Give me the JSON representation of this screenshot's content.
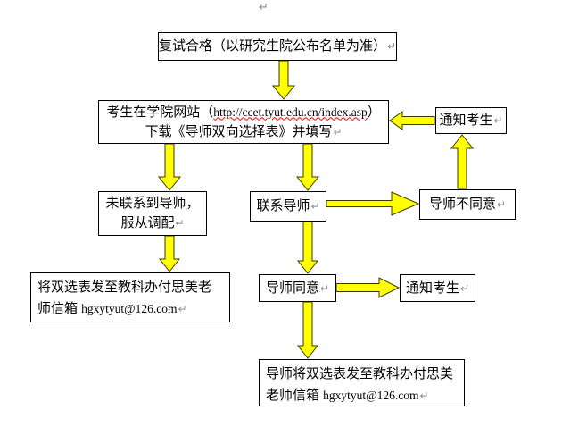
{
  "page": {
    "background": "#ffffff",
    "return_mark": "↵"
  },
  "colors": {
    "arrow_fill": "#ffff00",
    "arrow_outline": "#3a3a00",
    "box_border": "#000000",
    "spellcheck_squiggle": "#ff0000",
    "text": "#000000",
    "return_mark_color": "#8a8a8a"
  },
  "flowchart": {
    "boxes": {
      "pass": {
        "text": "复试合格（以研究生院公布名单为准）"
      },
      "download": {
        "line1_prefix": "考生在学院网站（",
        "url": "http://ccet.tyut.edu.cn/index.asp",
        "line1_suffix": "）",
        "line2": "下载《导师双向选择表》并填写"
      },
      "notify_top": {
        "text": "通知考生"
      },
      "no_contact": {
        "line1": "未联系到导师，",
        "line2": "服从调配"
      },
      "contact": {
        "text": "联系导师"
      },
      "disagree": {
        "text": "导师不同意"
      },
      "send_left": {
        "text": "将双选表发至教科办付思美老师信箱 ",
        "email": "hgxytyut@126.com"
      },
      "agree": {
        "text": "导师同意"
      },
      "notify_mid": {
        "text": "通知考生"
      },
      "send_bottom": {
        "text": "导师将双选表发至教科办付思美老师信箱 ",
        "email": "hgxytyut@126.com"
      }
    },
    "arrows": [
      {
        "name": "arrow-pass-to-download-icon",
        "direction": "down"
      },
      {
        "name": "arrow-notify-to-download-icon",
        "direction": "left"
      },
      {
        "name": "arrow-download-to-nocontact-icon",
        "direction": "down"
      },
      {
        "name": "arrow-download-to-contact-icon",
        "direction": "down"
      },
      {
        "name": "arrow-disagree-to-notify-icon",
        "direction": "up"
      },
      {
        "name": "arrow-contact-to-disagree-icon",
        "direction": "right"
      },
      {
        "name": "arrow-nocontact-to-sendleft-icon",
        "direction": "down"
      },
      {
        "name": "arrow-contact-to-agree-icon",
        "direction": "down"
      },
      {
        "name": "arrow-agree-to-notifymid-icon",
        "direction": "right"
      },
      {
        "name": "arrow-agree-to-sendbottom-icon",
        "direction": "down"
      }
    ]
  }
}
